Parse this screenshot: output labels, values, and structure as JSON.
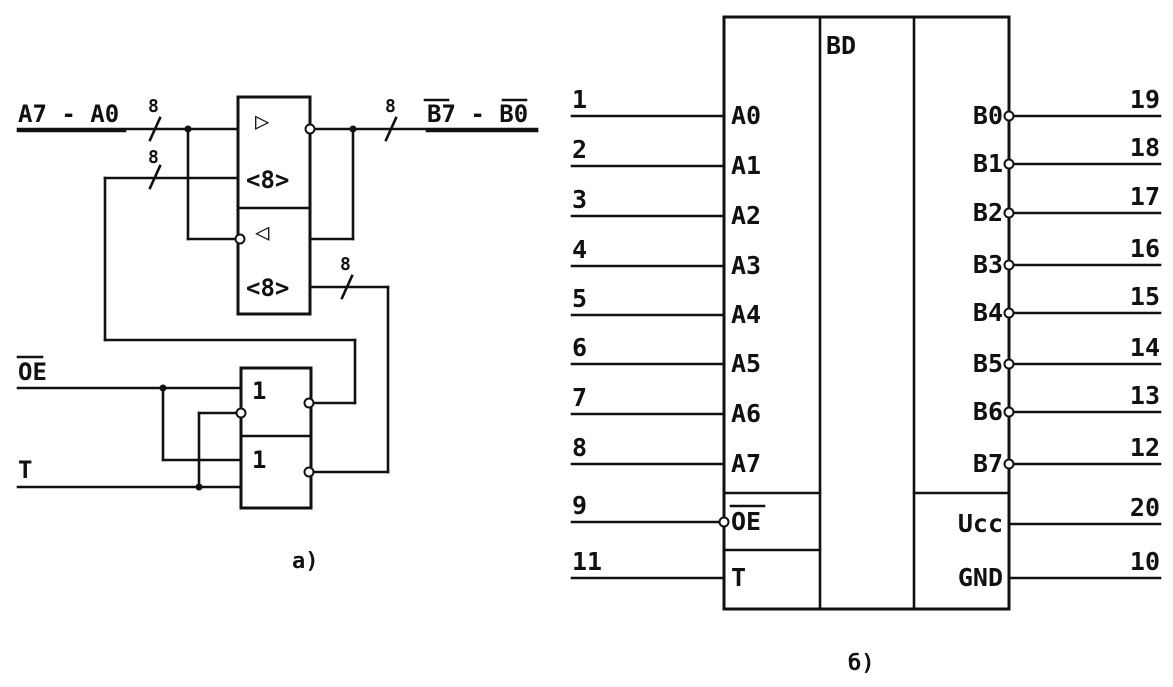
{
  "diagram_a": {
    "caption": "а)",
    "input_bus_label": "A7 - A0",
    "output_bus_label": "B7 - B0",
    "bus_width": "8",
    "driver_forward_symbol": "▷",
    "driver_backward_symbol": "◁",
    "driver_width_label": "<8>",
    "oe_label": "OE",
    "t_label": "T",
    "gate_label": "1"
  },
  "diagram_b": {
    "caption": "б)",
    "chip_title": "BD",
    "left_pins": [
      {
        "num": "1",
        "name": "A0"
      },
      {
        "num": "2",
        "name": "A1"
      },
      {
        "num": "3",
        "name": "A2"
      },
      {
        "num": "4",
        "name": "A3"
      },
      {
        "num": "5",
        "name": "A4"
      },
      {
        "num": "6",
        "name": "A5"
      },
      {
        "num": "7",
        "name": "A6"
      },
      {
        "num": "8",
        "name": "A7"
      },
      {
        "num": "9",
        "name": "OE"
      },
      {
        "num": "11",
        "name": "T"
      }
    ],
    "right_pins": [
      {
        "num": "19",
        "name": "B0"
      },
      {
        "num": "18",
        "name": "B1"
      },
      {
        "num": "17",
        "name": "B2"
      },
      {
        "num": "16",
        "name": "B3"
      },
      {
        "num": "15",
        "name": "B4"
      },
      {
        "num": "14",
        "name": "B5"
      },
      {
        "num": "13",
        "name": "B6"
      },
      {
        "num": "12",
        "name": "B7"
      },
      {
        "num": "20",
        "name": "Ucc"
      },
      {
        "num": "10",
        "name": "GND"
      }
    ]
  }
}
